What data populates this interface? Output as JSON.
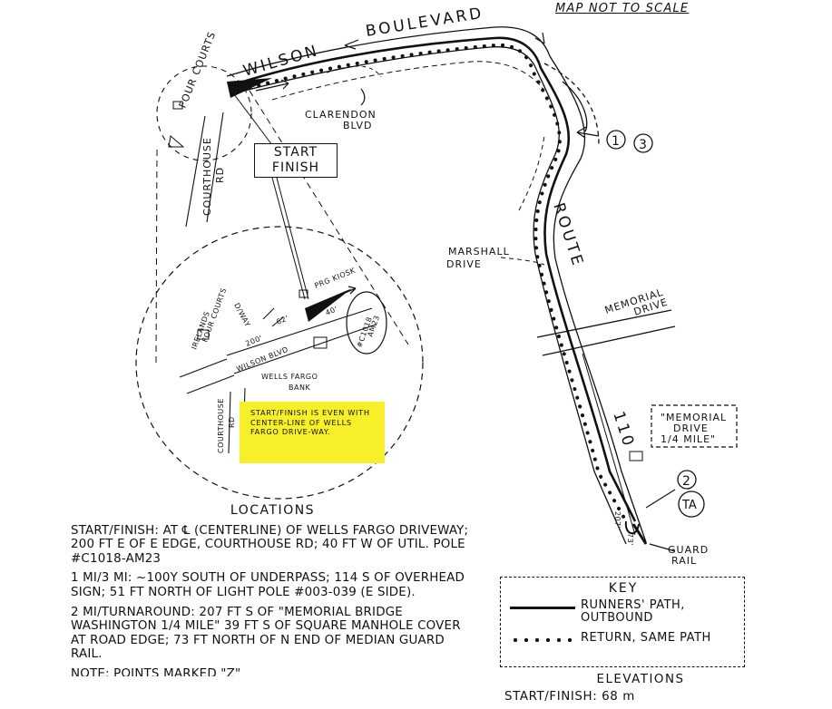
{
  "map": {
    "note": "MAP NOT TO SCALE",
    "roads": {
      "wilson": "WILSON",
      "boulevard": "BOULEVARD",
      "clarendon": "CLARENDON BLVD",
      "courthouse": "COURTHOUSE RD",
      "marshall": "MARSHALL DRIVE",
      "route": "ROUTE",
      "route_number": "110",
      "memorial": "MEMORIAL DRIVE",
      "four_courts": "FOUR COURTS"
    },
    "start_finish_label": "START FINISH",
    "markers": {
      "m1": "1",
      "m3": "3",
      "m2": "2",
      "ta": "TA"
    },
    "memorial_sign": "\"MEMORIAL DRIVE 1/4 MILE\"",
    "guard_rail": "GUARD RAIL",
    "dist_207": "207'",
    "dist_73": "73'"
  },
  "inset": {
    "prg_kiosk": "PRG KIOSK",
    "dway": "D/WAY",
    "irelands": "IRELANDS FOUR COURTS",
    "dist_62": "62'",
    "dist_40": "40'",
    "dist_200": "200'",
    "wilson_blvd": "WILSON BLVD",
    "pole": "#C1018 AM23",
    "wells_fargo": "WELLS FARGO BANK",
    "courthouse": "COURTHOUSE RD",
    "highlight_note": "START/FINISH IS EVEN WITH CENTER-LINE OF WELLS FARGO DRIVE-WAY."
  },
  "locations": {
    "title": "LOCATIONS",
    "items": [
      "START/FINISH: AT ℄ (CENTERLINE) OF WELLS FARGO DRIVEWAY; 200 FT E OF E EDGE, COURTHOUSE RD; 40 FT W OF UTIL. POLE #C1018-AM23",
      "1 MI/3 MI: ~100Y SOUTH OF UNDERPASS; 114 S OF OVERHEAD SIGN; 51 FT NORTH OF LIGHT POLE #003-039 (E SIDE).",
      "2 MI/TURNAROUND: 207 FT S OF \"MEMORIAL BRIDGE WASHINGTON 1/4 MILE\" 39 FT S OF SQUARE MANHOLE COVER AT ROAD EDGE; 73 FT NORTH OF N END OF MEDIAN GUARD RAIL.",
      "NOTE: POINTS MARKED \"Z\""
    ]
  },
  "key": {
    "title": "KEY",
    "outbound": "RUNNERS' PATH, OUTBOUND",
    "return": "RETURN, SAME PATH"
  },
  "elevations": {
    "title": "ELEVATIONS",
    "start_finish": "START/FINISH: 68 m"
  }
}
